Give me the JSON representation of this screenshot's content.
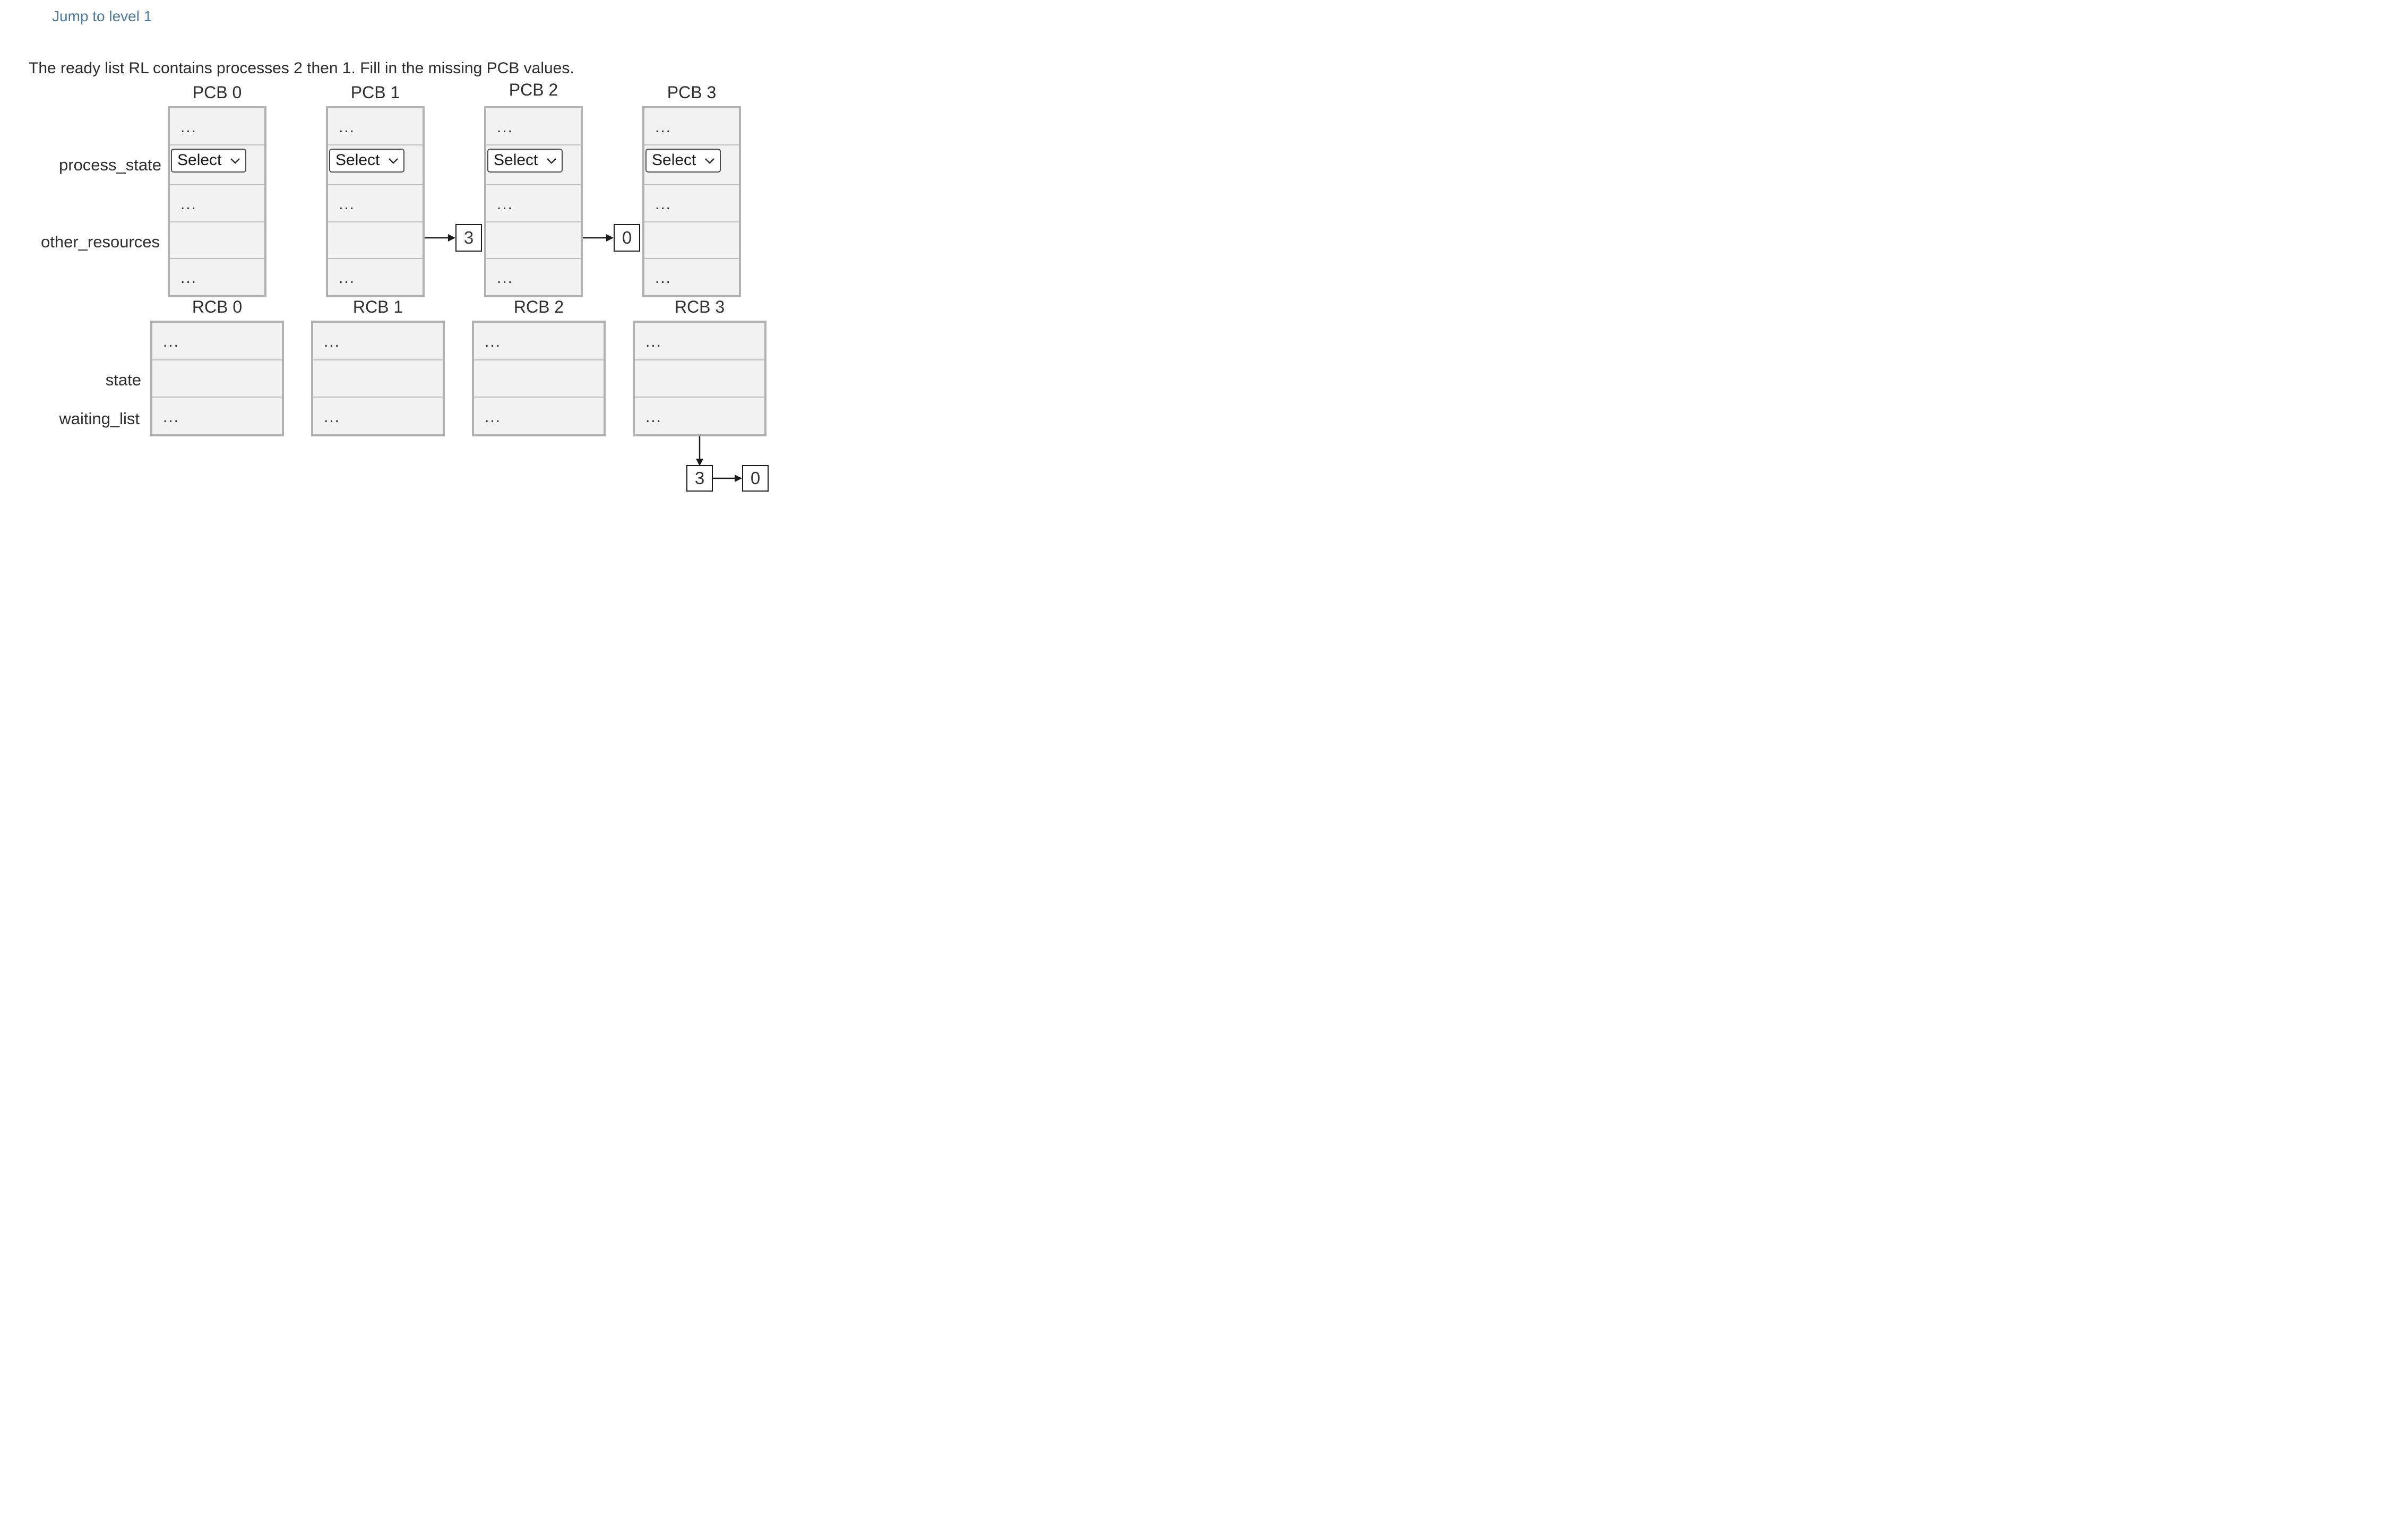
{
  "header": {
    "jump_link_label": "Jump to level 1"
  },
  "instruction": "The ready list RL contains processes 2 then 1. Fill in the missing PCB values.",
  "ellipsis": "...",
  "select": {
    "value": "Select"
  },
  "pcb": {
    "field_labels": {
      "process_state": "process_state",
      "other_resources": "other_resources"
    },
    "blocks": [
      {
        "title": "PCB 0"
      },
      {
        "title": "PCB 1",
        "other_resources_pointer": "3"
      },
      {
        "title": "PCB 2",
        "other_resources_pointer": "0"
      },
      {
        "title": "PCB 3"
      }
    ]
  },
  "rcb": {
    "field_labels": {
      "state": "state",
      "waiting_list": "waiting_list"
    },
    "blocks": [
      {
        "title": "RCB 0"
      },
      {
        "title": "RCB 1"
      },
      {
        "title": "RCB 2"
      },
      {
        "title": "RCB 3",
        "waiting_list_chain": [
          "3",
          "0"
        ]
      }
    ]
  },
  "colors": {
    "link": "#4a79a6",
    "block_background": "#f2f2f2",
    "block_border": "#b1b1b1",
    "row_divider": "#bdbdbd",
    "text": "#2e2e2e",
    "arrow": "#1a1a1a"
  }
}
